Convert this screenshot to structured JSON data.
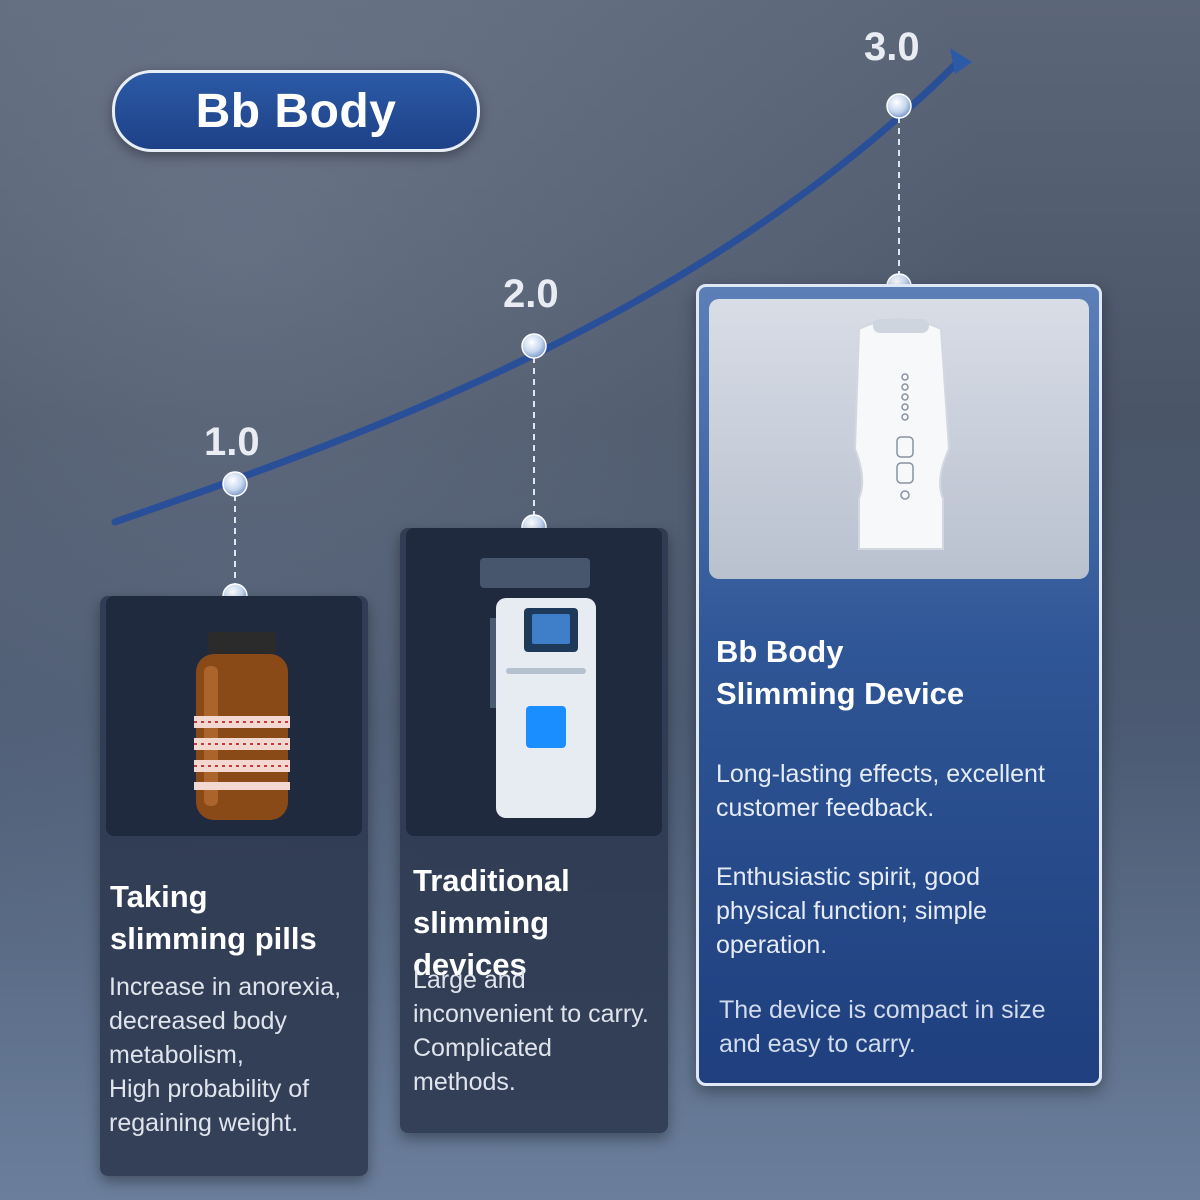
{
  "brand": {
    "title": "Bb Body"
  },
  "timeline": {
    "versions": [
      "1.0",
      "2.0",
      "3.0"
    ]
  },
  "cards": [
    {
      "title_lines": [
        "Taking",
        "slimming pills"
      ],
      "desc_lines": [
        "Increase in anorexia,",
        "decreased body",
        "metabolism,",
        "High probability of",
        "regaining weight."
      ],
      "image": "pill-bottle"
    },
    {
      "title_lines": [
        "Traditional",
        "slimming devices"
      ],
      "desc_lines": [
        "Large and",
        "inconvenient to carry.",
        "Complicated",
        "methods."
      ],
      "image": "large-slimming-machine"
    },
    {
      "title_lines": [
        "Bb Body",
        "Slimming Device"
      ],
      "desc_groups": [
        [
          "Long-lasting effects, excellent",
          "customer feedback."
        ],
        [
          "Enthusiastic spirit, good",
          "physical function; simple",
          "operation."
        ],
        [
          "The device is compact in size",
          "and easy to carry."
        ]
      ],
      "image": "handheld-device"
    }
  ],
  "colors": {
    "accent": "#2c5aa6",
    "curve": "#2a4f99",
    "node": "#c8d8f0"
  }
}
